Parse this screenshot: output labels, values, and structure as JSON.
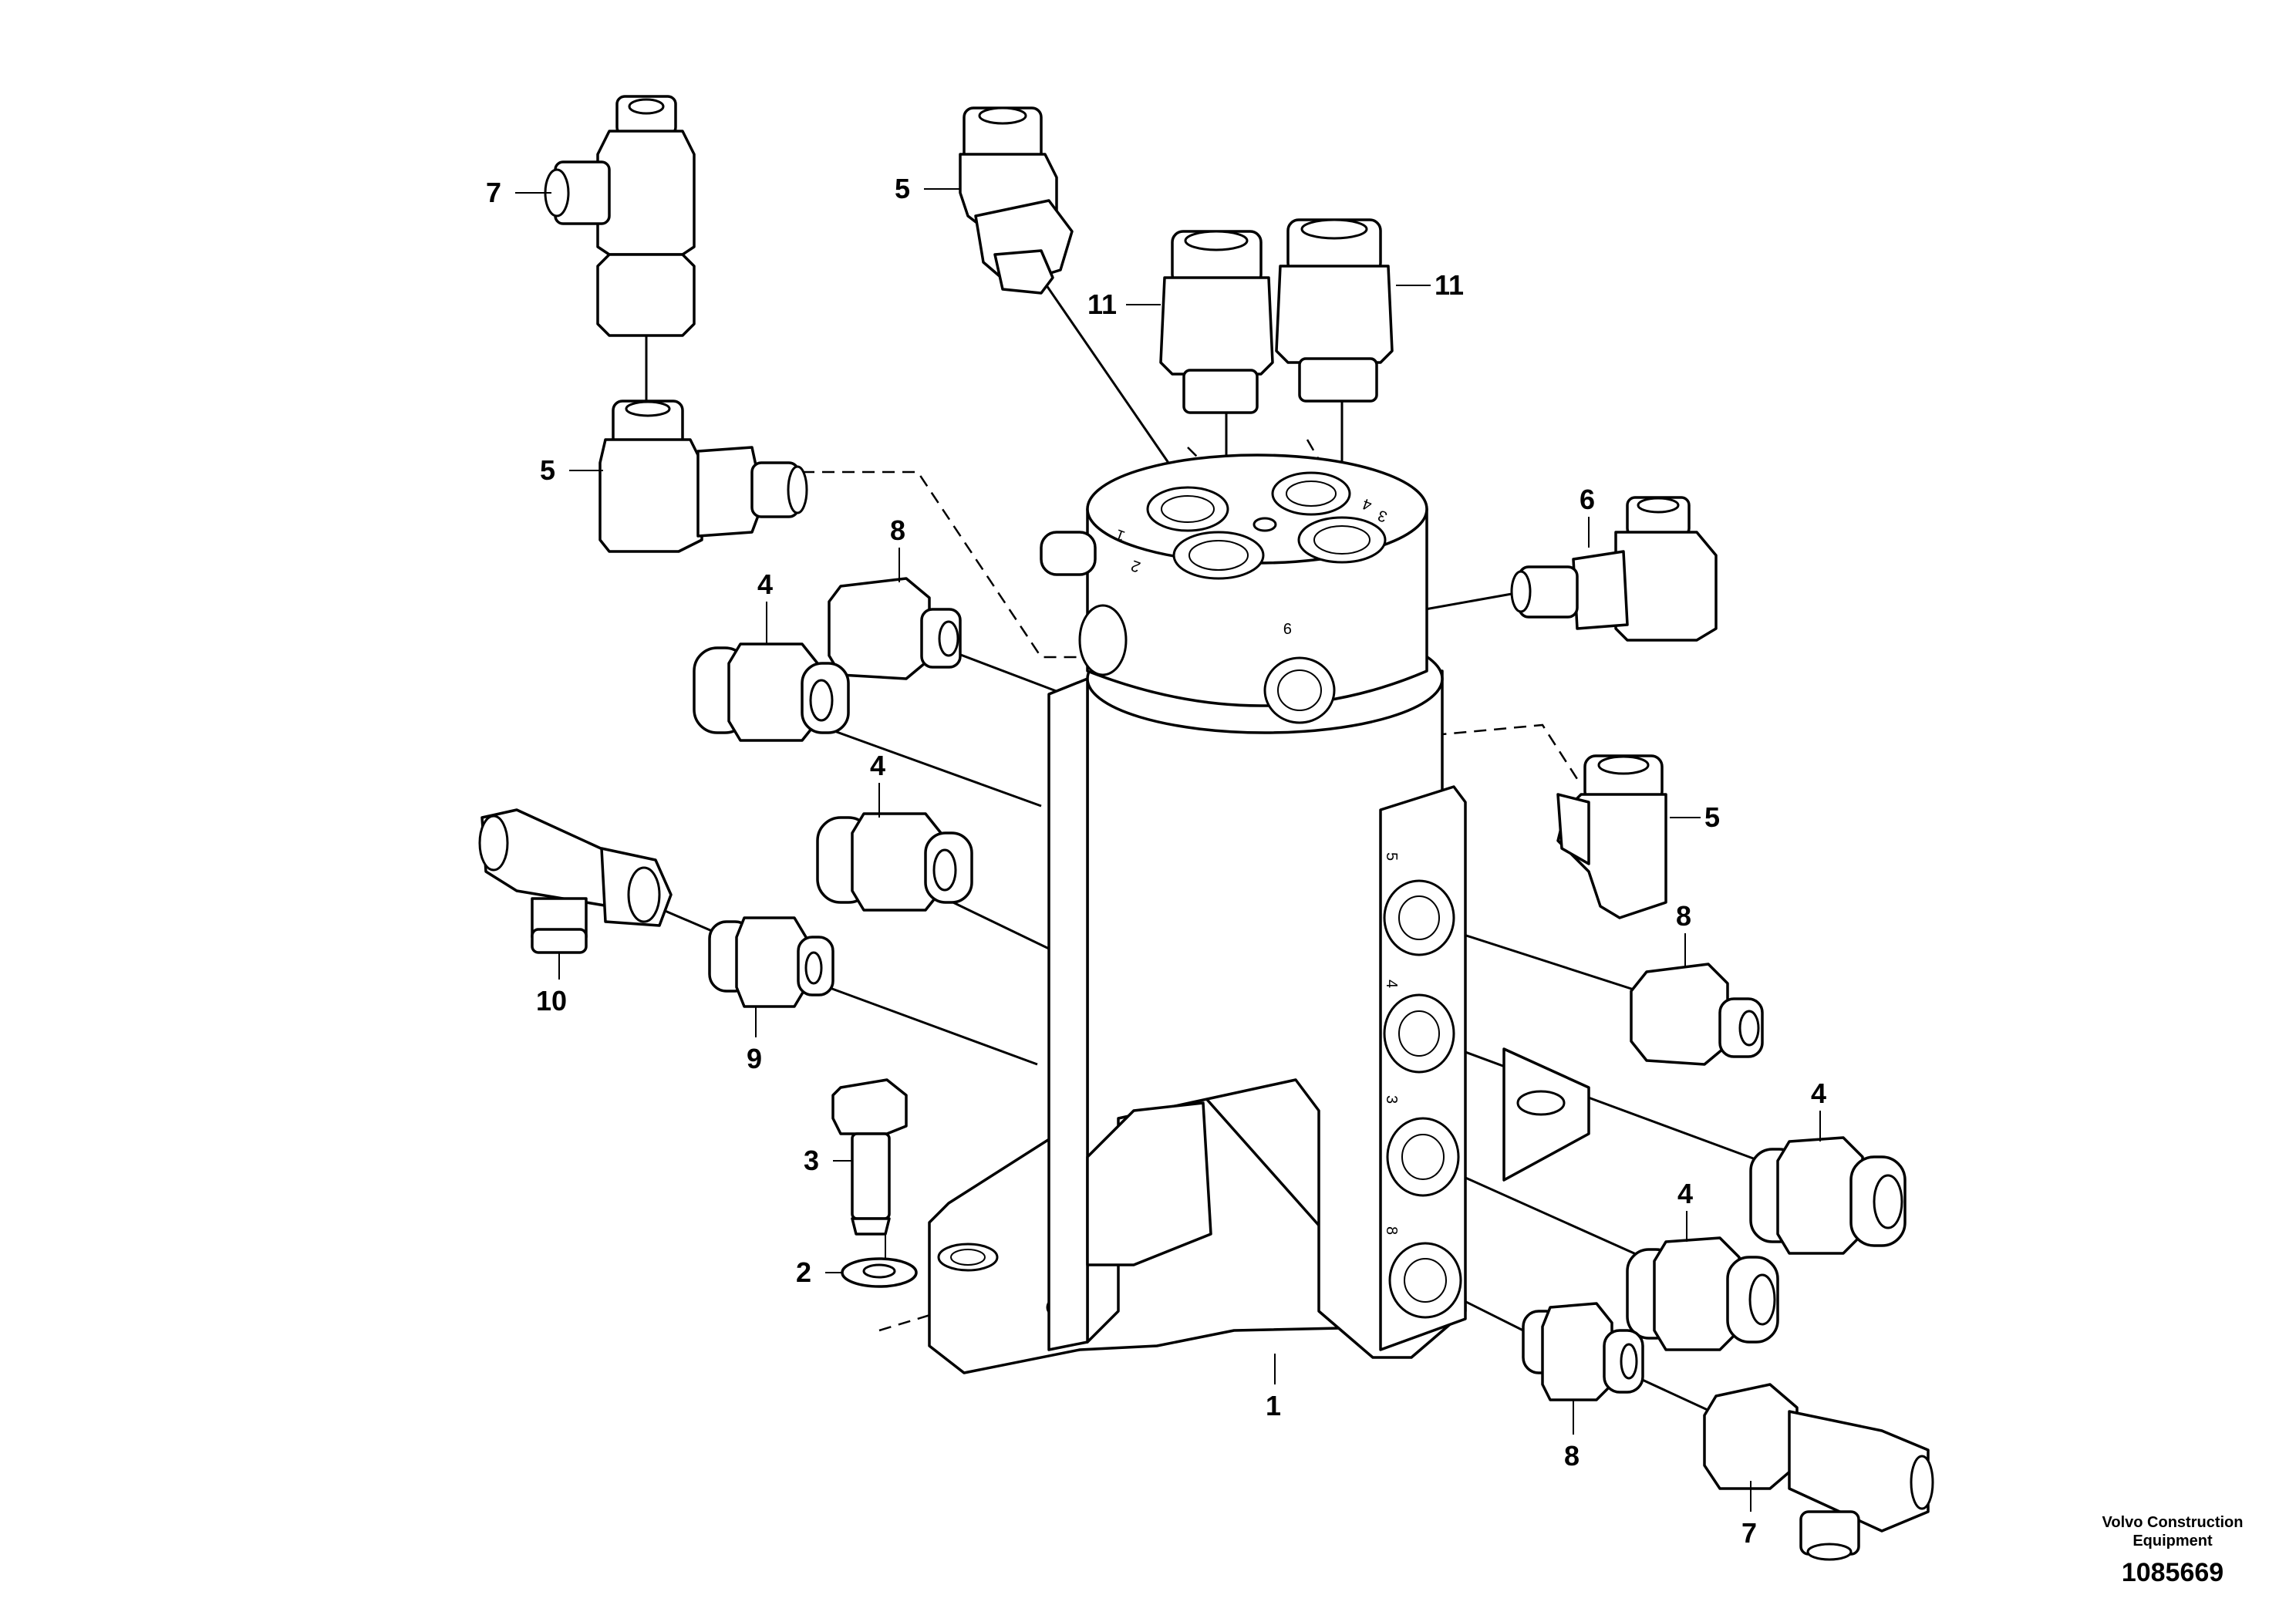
{
  "footer": {
    "brand_line1": "Volvo Construction",
    "brand_line2": "Equipment",
    "figure_number": "1085669"
  },
  "callouts": [
    {
      "id": "c-7-top",
      "text": "7"
    },
    {
      "id": "c-5-top",
      "text": "5"
    },
    {
      "id": "c-11-left",
      "text": "11"
    },
    {
      "id": "c-11-right",
      "text": "11"
    },
    {
      "id": "c-5-mid",
      "text": "5"
    },
    {
      "id": "c-6",
      "text": "6"
    },
    {
      "id": "c-8-top",
      "text": "8"
    },
    {
      "id": "c-4-top",
      "text": "4"
    },
    {
      "id": "c-4-mid",
      "text": "4"
    },
    {
      "id": "c-5-right",
      "text": "5"
    },
    {
      "id": "c-8-right",
      "text": "8"
    },
    {
      "id": "c-10",
      "text": "10"
    },
    {
      "id": "c-9",
      "text": "9"
    },
    {
      "id": "c-3",
      "text": "3"
    },
    {
      "id": "c-4-right-upper",
      "text": "4"
    },
    {
      "id": "c-2",
      "text": "2"
    },
    {
      "id": "c-4-right-lower",
      "text": "4"
    },
    {
      "id": "c-1",
      "text": "1"
    },
    {
      "id": "c-8-bottom",
      "text": "8"
    },
    {
      "id": "c-7-bottom",
      "text": "7"
    }
  ],
  "port_marks": {
    "top_1": "1",
    "top_2": "2",
    "top_3": "3",
    "top_4": "4",
    "side_9": "9",
    "face_5": "5",
    "face_4": "4",
    "face_3": "3",
    "face_8": "8"
  }
}
